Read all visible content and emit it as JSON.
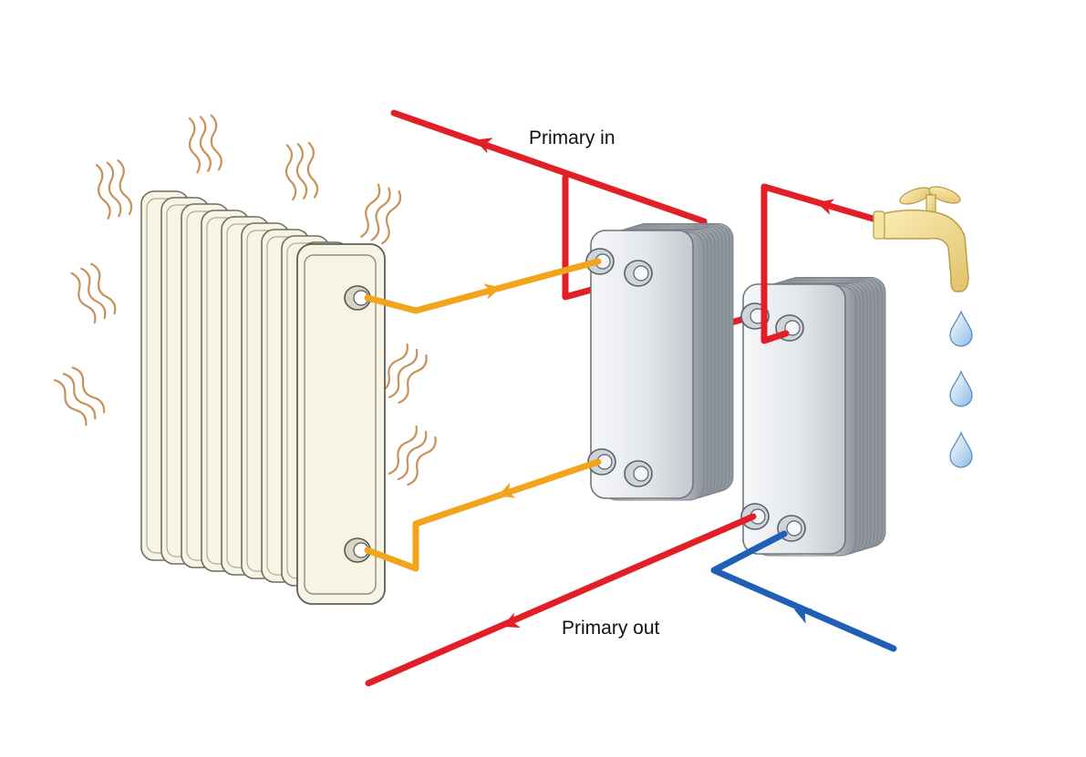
{
  "labels": {
    "primary_in": "Primary in",
    "primary_out": "Primary out"
  },
  "colors": {
    "primary_pipe": "#e21f26",
    "heating_loop_pipe": "#f2a51c",
    "cold_water_pipe": "#1f5fb5",
    "heat_waves": "#c9915a",
    "radiator": "#f7f4e4",
    "heat_exchanger": "#dfe3e8",
    "tap": "#f1d88a",
    "water_drop": "#7fb0dd"
  },
  "icons": [
    "radiator",
    "heat-exchanger",
    "heat-exchanger",
    "water-tap",
    "water-drop",
    "heat-waves"
  ]
}
